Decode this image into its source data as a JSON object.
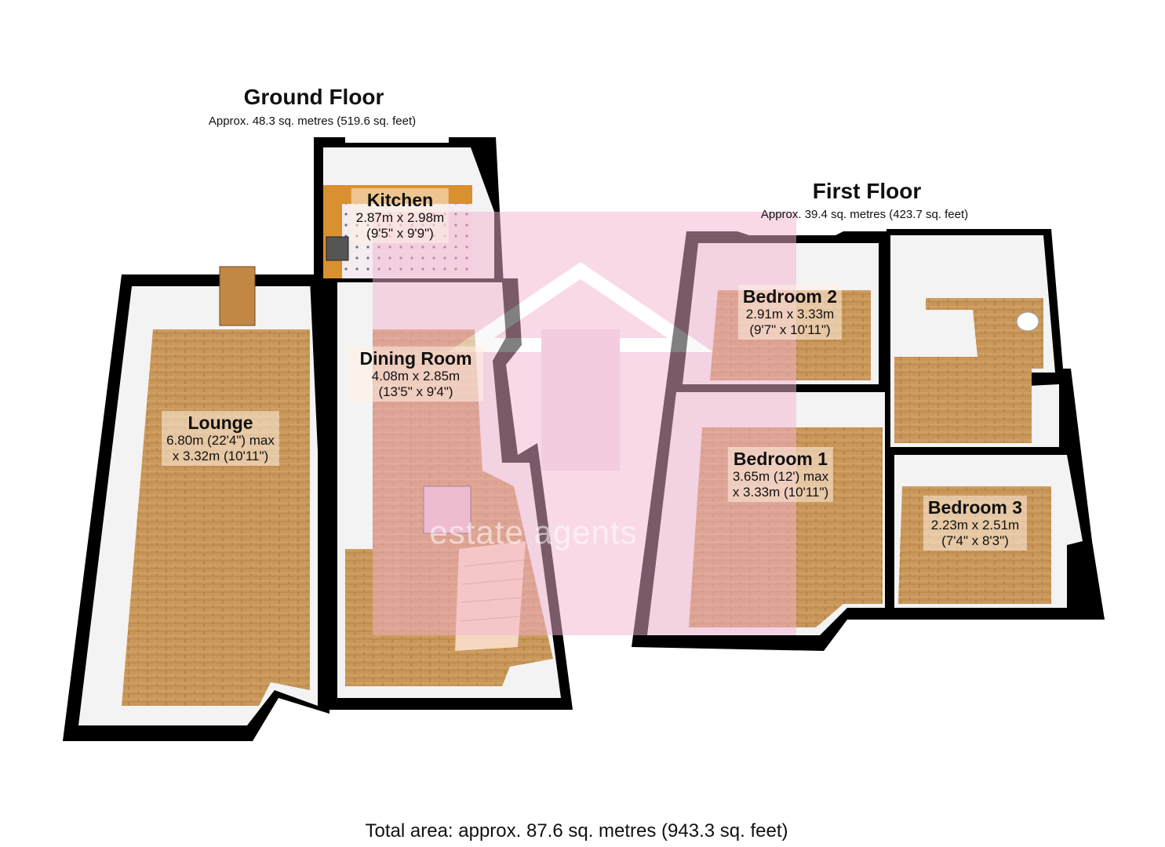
{
  "ground_floor": {
    "title": "Ground Floor",
    "area": "Approx. 48.3 sq. metres (519.6 sq. feet)",
    "rooms": [
      {
        "name": "Kitchen",
        "dims": [
          "2.87m x 2.98m",
          "(9'5\" x 9'9\")"
        ]
      },
      {
        "name": "Dining Room",
        "dims": [
          "4.08m x 2.85m",
          "(13'5\" x 9'4\")"
        ]
      },
      {
        "name": "Lounge",
        "dims": [
          "6.80m (22'4\") max",
          "x 3.32m (10'11\")"
        ]
      }
    ]
  },
  "first_floor": {
    "title": "First Floor",
    "area": "Approx. 39.4 sq. metres (423.7 sq. feet)",
    "rooms": [
      {
        "name": "Bedroom 2",
        "dims": [
          "2.91m x 3.33m",
          "(9'7\" x 10'11\")"
        ]
      },
      {
        "name": "Bedroom 1",
        "dims": [
          "3.65m (12') max",
          "x 3.33m (10'11\")"
        ]
      },
      {
        "name": "Bedroom 3",
        "dims": [
          "2.23m x 2.51m",
          "(7'4\" x 8'3\")"
        ]
      }
    ]
  },
  "total_area": "Total area: approx. 87.6 sq. metres (943.3 sq. feet)",
  "watermark": {
    "text": "estate agents",
    "logo_color": "#e89ac0"
  },
  "colors": {
    "floor": "#c9975a",
    "wall": "#000000",
    "wall_face": "#f2f2f2",
    "watermark": "#f4b3d2"
  }
}
